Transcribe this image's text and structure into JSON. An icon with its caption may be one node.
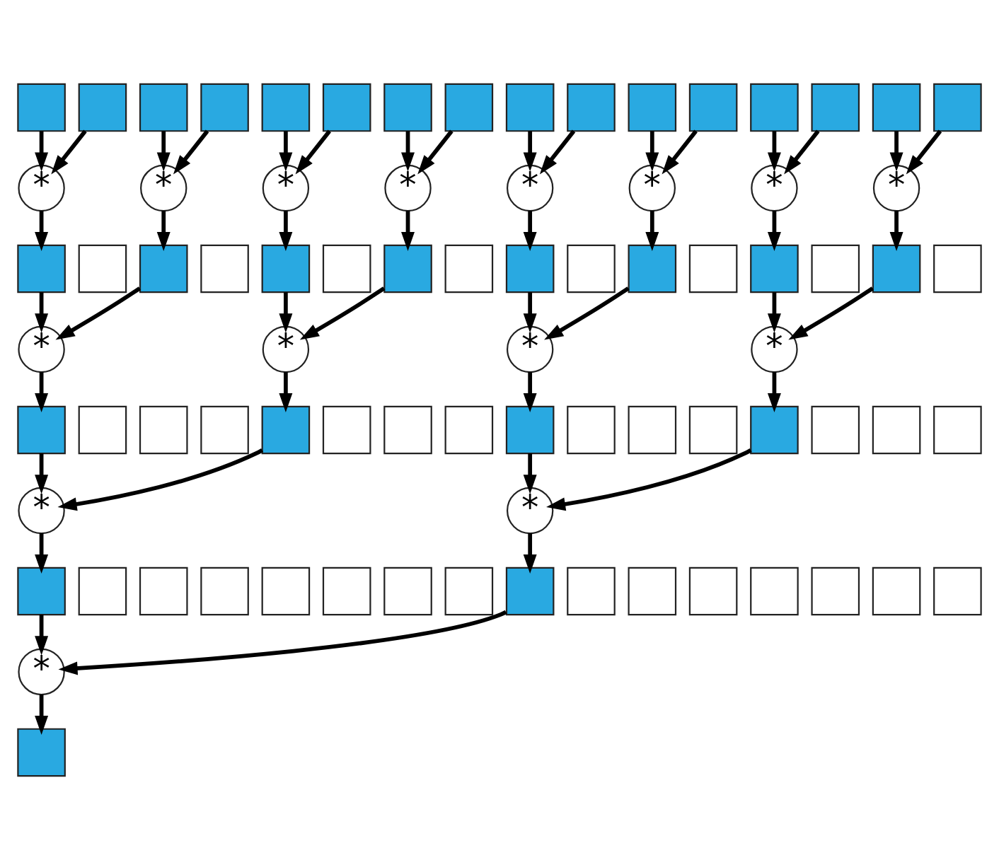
{
  "diagram": {
    "nodes": [
      {
        "text": [],
        "shape": "box"
      },
      {
        "text": [],
        "shape": "box"
      },
      {
        "text": [],
        "shape": "box"
      },
      {
        "text": [],
        "shape": "box"
      },
      {
        "text": [],
        "shape": "box"
      },
      {
        "text": [],
        "shape": "box"
      },
      {
        "text": [],
        "shape": "box"
      },
      {
        "text": [],
        "shape": "box"
      },
      {
        "text": [],
        "shape": "box"
      },
      {
        "text": [],
        "shape": "box"
      },
      {
        "text": [],
        "shape": "box"
      },
      {
        "text": [],
        "shape": "box"
      },
      {
        "text": [],
        "shape": "box"
      },
      {
        "text": [],
        "shape": "box"
      },
      {
        "text": [],
        "shape": "box"
      },
      {
        "text": [],
        "shape": "box"
      },
      {
        "text": [
          "*"
        ]
      },
      {
        "text": [
          "*"
        ]
      },
      {
        "text": [
          "*"
        ]
      },
      {
        "text": [
          "*"
        ]
      },
      {
        "text": [
          "*"
        ]
      },
      {
        "text": [
          "*"
        ]
      },
      {
        "text": [
          "*"
        ]
      },
      {
        "text": [
          "*"
        ]
      },
      {
        "text": [],
        "shape": "box"
      },
      {
        "text": [],
        "shape": "box"
      },
      {
        "text": [],
        "shape": "box"
      },
      {
        "text": [],
        "shape": "box"
      },
      {
        "text": [],
        "shape": "box"
      },
      {
        "text": [],
        "shape": "box"
      },
      {
        "text": [],
        "shape": "box"
      },
      {
        "text": [],
        "shape": "box"
      },
      {
        "text": [],
        "shape": "box"
      },
      {
        "text": [],
        "shape": "box"
      },
      {
        "text": [],
        "shape": "box"
      },
      {
        "text": [],
        "shape": "box"
      },
      {
        "text": [],
        "shape": "box"
      },
      {
        "text": [],
        "shape": "box"
      },
      {
        "text": [],
        "shape": "box"
      },
      {
        "text": [],
        "shape": "box"
      },
      {
        "text": [
          "*"
        ]
      },
      {
        "text": [
          "*"
        ]
      },
      {
        "text": [
          "*"
        ]
      },
      {
        "text": [
          "*"
        ]
      },
      {
        "text": [],
        "shape": "box"
      },
      {
        "text": [],
        "shape": "box"
      },
      {
        "text": [],
        "shape": "box"
      },
      {
        "text": [],
        "shape": "box"
      },
      {
        "text": [],
        "shape": "box"
      },
      {
        "text": [],
        "shape": "box"
      },
      {
        "text": [],
        "shape": "box"
      },
      {
        "text": [],
        "shape": "box"
      },
      {
        "text": [],
        "shape": "box"
      },
      {
        "text": [],
        "shape": "box"
      },
      {
        "text": [],
        "shape": "box"
      },
      {
        "text": [],
        "shape": "box"
      },
      {
        "text": [],
        "shape": "box"
      },
      {
        "text": [],
        "shape": "box"
      },
      {
        "text": [],
        "shape": "box"
      },
      {
        "text": [],
        "shape": "box"
      },
      {
        "text": [
          "*"
        ]
      },
      {
        "text": [
          "*"
        ]
      },
      {
        "text": [],
        "shape": "box"
      },
      {
        "text": [],
        "shape": "box"
      },
      {
        "text": [],
        "shape": "box"
      },
      {
        "text": [],
        "shape": "box"
      },
      {
        "text": [],
        "shape": "box"
      },
      {
        "text": [],
        "shape": "box"
      },
      {
        "text": [],
        "shape": "box"
      },
      {
        "text": [],
        "shape": "box"
      },
      {
        "text": [],
        "shape": "box"
      },
      {
        "text": [],
        "shape": "box"
      },
      {
        "text": [],
        "shape": "box"
      },
      {
        "text": [],
        "shape": "box"
      },
      {
        "text": [],
        "shape": "box"
      },
      {
        "text": [],
        "shape": "box"
      },
      {
        "text": [],
        "shape": "box"
      },
      {
        "text": [],
        "shape": "box"
      },
      {
        "text": [
          "*"
        ]
      },
      {
        "text": [],
        "shape": "box"
      }
    ],
    "edges": [
      {
        "from": 0,
        "to": 16,
        "arrow": "to"
      },
      {
        "from": 1,
        "to": 16,
        "arrow": "to"
      },
      {
        "from": 2,
        "to": 17,
        "arrow": "to"
      },
      {
        "from": 3,
        "to": 17,
        "arrow": "to"
      },
      {
        "from": 4,
        "to": 18,
        "arrow": "to"
      },
      {
        "from": 5,
        "to": 18,
        "arrow": "to"
      },
      {
        "from": 6,
        "to": 19,
        "arrow": "to"
      },
      {
        "from": 7,
        "to": 19,
        "arrow": "to"
      },
      {
        "from": 8,
        "to": 20,
        "arrow": "to"
      },
      {
        "from": 9,
        "to": 20,
        "arrow": "to"
      },
      {
        "from": 10,
        "to": 21,
        "arrow": "to"
      },
      {
        "from": 11,
        "to": 21,
        "arrow": "to"
      },
      {
        "from": 12,
        "to": 22,
        "arrow": "to"
      },
      {
        "from": 13,
        "to": 22,
        "arrow": "to"
      },
      {
        "from": 14,
        "to": 23,
        "arrow": "to"
      },
      {
        "from": 15,
        "to": 23,
        "arrow": "to"
      },
      {
        "from": 16,
        "to": 24,
        "arrow": "to"
      },
      {
        "from": 17,
        "to": 26,
        "arrow": "to"
      },
      {
        "from": 18,
        "to": 28,
        "arrow": "to"
      },
      {
        "from": 19,
        "to": 30,
        "arrow": "to"
      },
      {
        "from": 20,
        "to": 32,
        "arrow": "to"
      },
      {
        "from": 21,
        "to": 34,
        "arrow": "to"
      },
      {
        "from": 22,
        "to": 36,
        "arrow": "to"
      },
      {
        "from": 23,
        "to": 38,
        "arrow": "to"
      },
      {
        "from": 24,
        "to": 40,
        "arrow": "to"
      },
      {
        "from": 26,
        "to": 40,
        "arrow": "to"
      },
      {
        "from": 28,
        "to": 41,
        "arrow": "to"
      },
      {
        "from": 30,
        "to": 41,
        "arrow": "to"
      },
      {
        "from": 32,
        "to": 42,
        "arrow": "to"
      },
      {
        "from": 34,
        "to": 42,
        "arrow": "to"
      },
      {
        "from": 36,
        "to": 43,
        "arrow": "to"
      },
      {
        "from": 38,
        "to": 43,
        "arrow": "to"
      },
      {
        "from": 40,
        "to": 44,
        "arrow": "to"
      },
      {
        "from": 41,
        "to": 48,
        "arrow": "to"
      },
      {
        "from": 42,
        "to": 52,
        "arrow": "to"
      },
      {
        "from": 43,
        "to": 56,
        "arrow": "to"
      },
      {
        "from": 44,
        "to": 60,
        "arrow": "to"
      },
      {
        "from": 48,
        "to": 60,
        "arrow": "to"
      },
      {
        "from": 52,
        "to": 61,
        "arrow": "to"
      },
      {
        "from": 56,
        "to": 61,
        "arrow": "to"
      },
      {
        "from": 60,
        "to": 62,
        "arrow": "to"
      },
      {
        "from": 61,
        "to": 70,
        "arrow": "to"
      },
      {
        "from": 62,
        "to": 78,
        "arrow": "to"
      },
      {
        "from": 70,
        "to": 78,
        "arrow": "to"
      },
      {
        "from": 78,
        "to": 79,
        "arrow": "to"
      }
    ]
  }
}
